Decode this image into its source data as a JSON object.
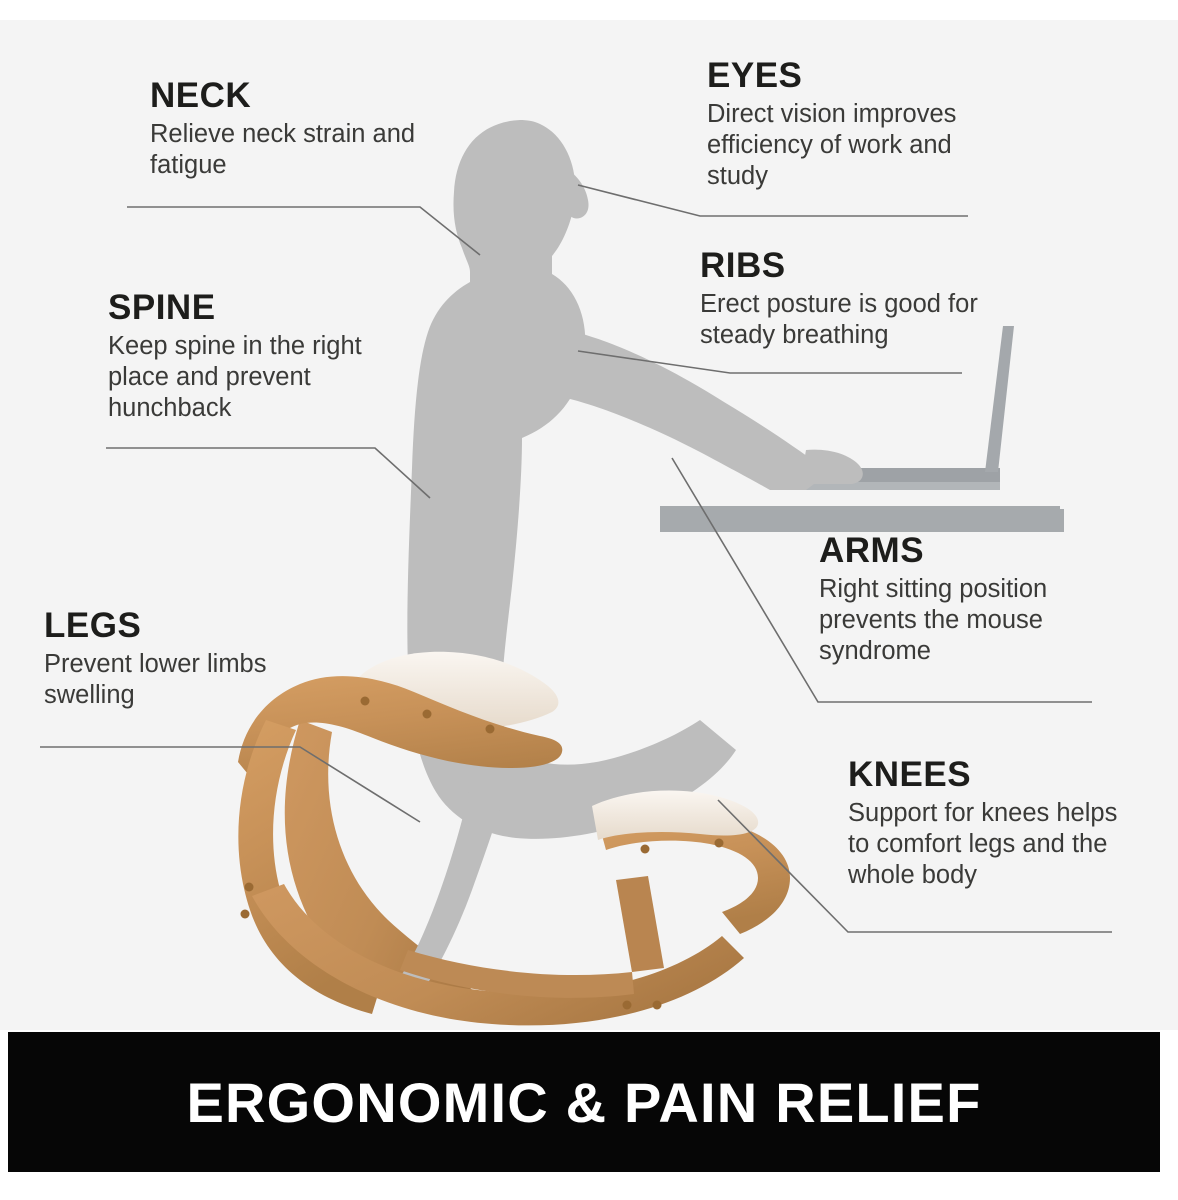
{
  "infographic": {
    "title": "Ergonomic kneeling chair posture benefits diagram",
    "background_color": "#f4f4f4",
    "banner": {
      "text": "ERGONOMIC & PAIN RELIEF",
      "background_color": "#060606",
      "text_color": "#ffffff"
    },
    "colors": {
      "body_silhouette": "#bdbdbd",
      "wood": "#c79158",
      "wood_dark": "#b07f48",
      "cushion": "#f0e7dc",
      "laptop": "#a0a4a8",
      "desk": "#a6aaad",
      "heading_text": "#1d1d1b",
      "body_text": "#3a3a38",
      "leader_line": "#6e6e6e"
    },
    "callouts": [
      {
        "id": "neck",
        "heading": "NECK",
        "body": "Relieve neck strain and fatigue",
        "side": "left"
      },
      {
        "id": "eyes",
        "heading": "EYES",
        "body": "Direct vision improves efficiency of work and study",
        "side": "right"
      },
      {
        "id": "spine",
        "heading": "SPINE",
        "body": "Keep spine in the right place and prevent hunchback",
        "side": "left"
      },
      {
        "id": "ribs",
        "heading": "RIBS",
        "body": "Erect posture is good for steady breathing",
        "side": "right"
      },
      {
        "id": "legs",
        "heading": "LEGS",
        "body": "Prevent lower limbs swelling",
        "side": "left"
      },
      {
        "id": "arms",
        "heading": "ARMS",
        "body": "Right sitting position prevents the mouse syndrome",
        "side": "right"
      },
      {
        "id": "knees",
        "heading": "KNEES",
        "body": "Support for knees helps to comfort legs and the whole body",
        "side": "right"
      }
    ],
    "illustration": {
      "person_label": "seated person silhouette",
      "chair_label": "wooden kneeling chair",
      "laptop_label": "laptop computer",
      "desk_label": "desk surface"
    }
  }
}
